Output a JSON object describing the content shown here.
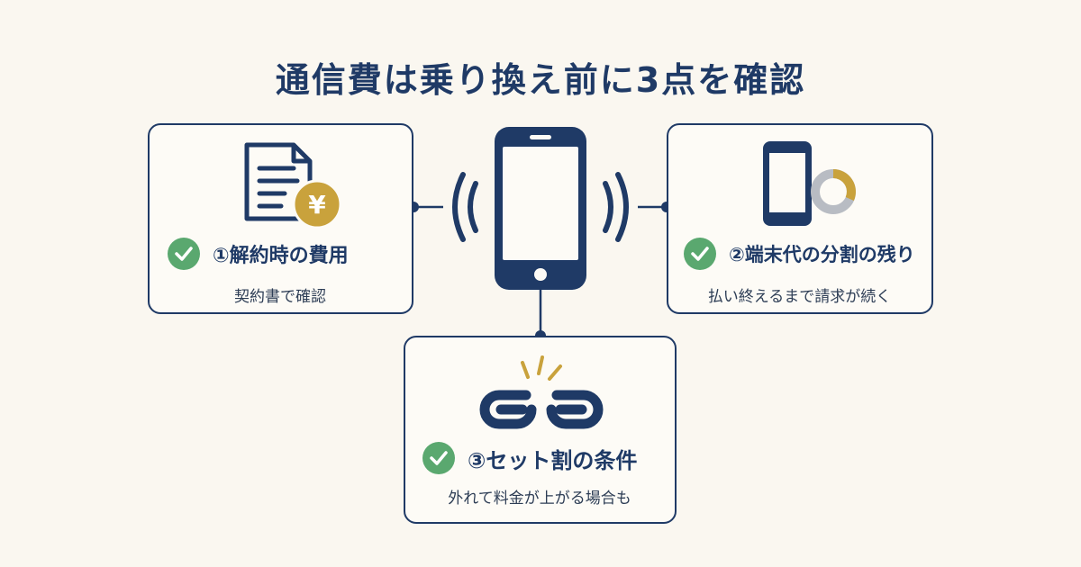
{
  "title": "通信費は乗り換え前に3点を確認",
  "colors": {
    "navy": "#1f3a66",
    "green": "#5aa86f",
    "gold": "#c9a23c",
    "gray": "#b8bcc3",
    "background": "#faf7f0"
  },
  "center": {
    "icon": "smartphone-signal-icon"
  },
  "items": [
    {
      "icon": "document-yen-icon",
      "heading": "①解約時の費用",
      "sub": "契約書で確認"
    },
    {
      "icon": "phone-pie-chart-icon",
      "heading": "②端末代の分割の残り",
      "sub": "払い終えるまで請求が続く"
    },
    {
      "icon": "broken-chain-icon",
      "heading": "③セット割の条件",
      "sub": "外れて料金が上がる場合も"
    }
  ]
}
